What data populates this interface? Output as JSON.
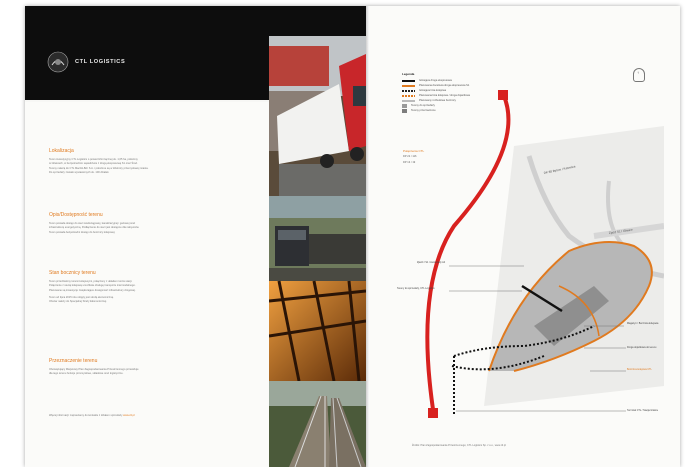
{
  "brand": {
    "name": "CTL LOGISTICS"
  },
  "left_page": {
    "sections": [
      {
        "id": "lokalizacja",
        "title": "Lokalizacja",
        "lines": [
          "Teren inwestycyjny CTL Logistics o powierzchni łącznej ok. 1,65 ha, położony",
          "w Gliwicach, w bezpośrednim sąsiedztwie z drogą ekspresową S1 oraz Środ.",
          "Tereny należą do CTL Maczki-Bór S.A. i położone są w dzielnicy przemysłowej miasta.",
          "Do sprzedaży zostało wystawionych ok. 100 działek."
        ]
      },
      {
        "id": "opis",
        "title": "Opis/Dostępność terenu",
        "lines": [
          "Teren posiada dostęp do sieci wodociągowej, kanalizacyjnej i gazowej oraz",
          "infrastrukturę energetyczną. Podłączenie do sieci jest dostępne dla nabywców.",
          "Teren posiada bezpośredni dostęp do bocznicy kolejowej."
        ]
      },
      {
        "id": "bocznica",
        "title": "Stan bocznicy terenu",
        "lines": [
          "Teren przedzielony torami kolejowymi, połączony z układem torów stacji.",
          "Połączenie z siecią kolejową umożliwia obsługę transportu intermodalnego.",
          "Planowane są inwestycje zwiększające dostępność infrastruktury drogowej.",
          "Teren od lipca 2015 roku objęty jest strefą ekonomiczną.",
          "Obszar należy do Specjalnej Strefy Ekonomicznej."
        ]
      },
      {
        "id": "przeznaczenie",
        "title": "Przeznaczenie terenu",
        "lines": [
          "Obowiązujący Miejscowy Plan Zagospodarowania Przestrzennego przewiduje",
          "dla tego terenu funkcje przemysłowe, składowe oraz logistyczne."
        ]
      }
    ],
    "contact": {
      "text": "Więcej informacji: zapraszamy do kontaktu z działem sprzedaży",
      "link": "www.ctl.pl"
    }
  },
  "legend": {
    "title": "Legenda",
    "items": [
      {
        "label": "Istniejąca droga ekspresowa",
        "color": "#111111"
      },
      {
        "label": "Planowana docelowa droga ekspresowa S1",
        "color": "#e07a1f"
      },
      {
        "label": "Istniejąca linia kolejowa",
        "color": "#222222"
      },
      {
        "label": "Planowana linia kolejowa / droga dojazdowa",
        "color": "#e07a1f"
      },
      {
        "label": "Planowany rozbudowa bocznicy",
        "color": "#bbbbbb"
      },
      {
        "label": "Tereny do sprzedaży",
        "color": "#9a9a9a"
      },
      {
        "label": "Tereny przeznaczone",
        "color": "#7d7d7d"
      }
    ]
  },
  "pins": {
    "title": "Połączenia CTL",
    "line1": "DP 22 / 116",
    "line2": "DP 13 / 19"
  },
  "map_labels": {
    "road_top": "DK 88 Bytom / Katowice",
    "road_right": "Zjazd S1 / Gliwice"
  },
  "callouts": [
    {
      "text": "Zjazd z S1 / Autostrady A4",
      "color": "#444444"
    },
    {
      "text": "Tereny do sprzedaży, CTL Logistics",
      "color": "#444444"
    },
    {
      "text": "Magazyn / Bocznica kolejowa",
      "color": "#444444"
    },
    {
      "text": "Droga dojazdowa do terenu",
      "color": "#444444"
    },
    {
      "text": "Bocznica kolejowa CTL",
      "color": "#e07a1f"
    },
    {
      "text": "Terminal CTL / Stacja Gliwice",
      "color": "#444444"
    }
  ],
  "footer": "Źródło: Plan Zagospodarowania Przestrzennego, CTL Logistics Sp. z o.o., www.ctl.pl"
}
